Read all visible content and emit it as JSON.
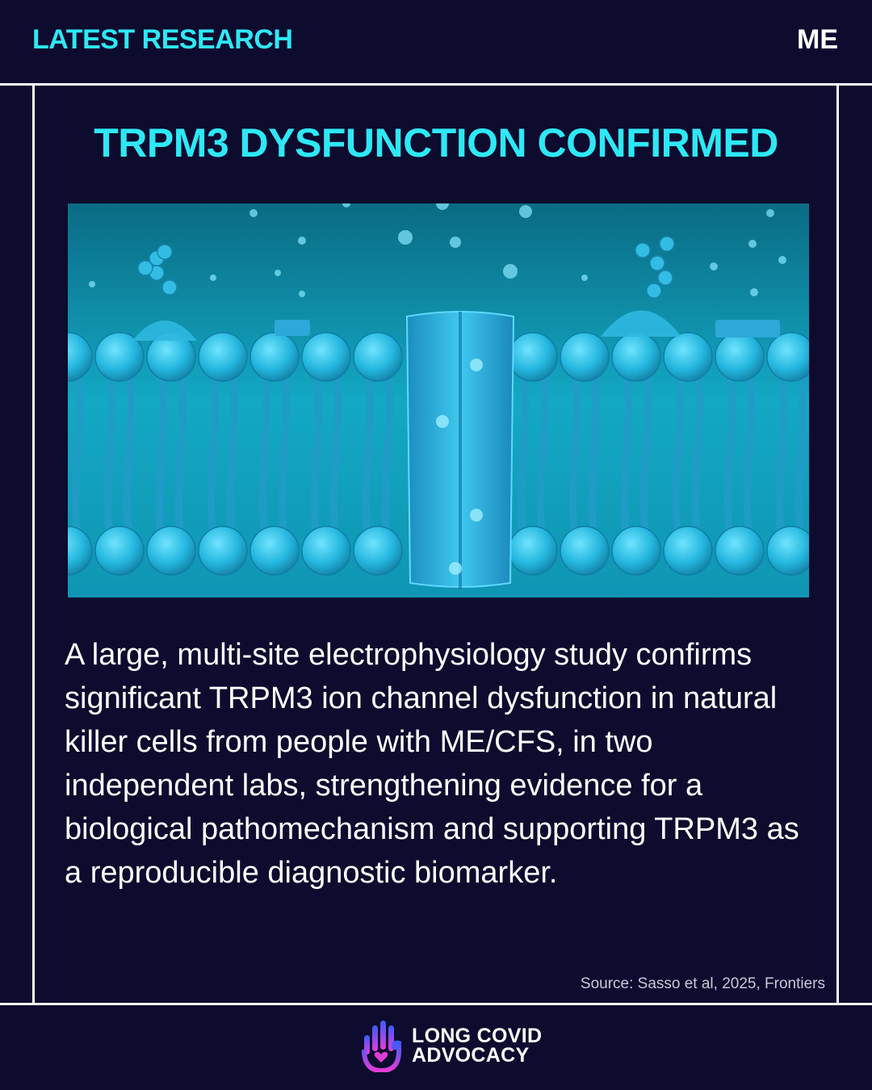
{
  "header": {
    "label": "LATEST RESEARCH",
    "tag": "ME"
  },
  "card": {
    "title": "TRPM3 DYSFUNCTION CONFIRMED",
    "illustration_icon": "cell-membrane-ion-channel-illustration",
    "body": "A large, multi-site electrophysiology study confirms significant TRPM3 ion channel dysfunction in natural killer cells from people with ME/CFS, in two independent labs, strengthening evidence for a biological pathomechanism and supporting TRPM3 as a reproducible diagnostic biomarker.",
    "source": "Source: Sasso et al, 2025, Frontiers"
  },
  "footer": {
    "logo_icon": "hand-heart-icon",
    "logo_line1": "LONG COVID",
    "logo_line2": "ADVOCACY"
  },
  "colors": {
    "background": "#0d0b2e",
    "accent": "#2ee8f5",
    "text": "#ffffff",
    "membrane": "#22b8d8"
  }
}
